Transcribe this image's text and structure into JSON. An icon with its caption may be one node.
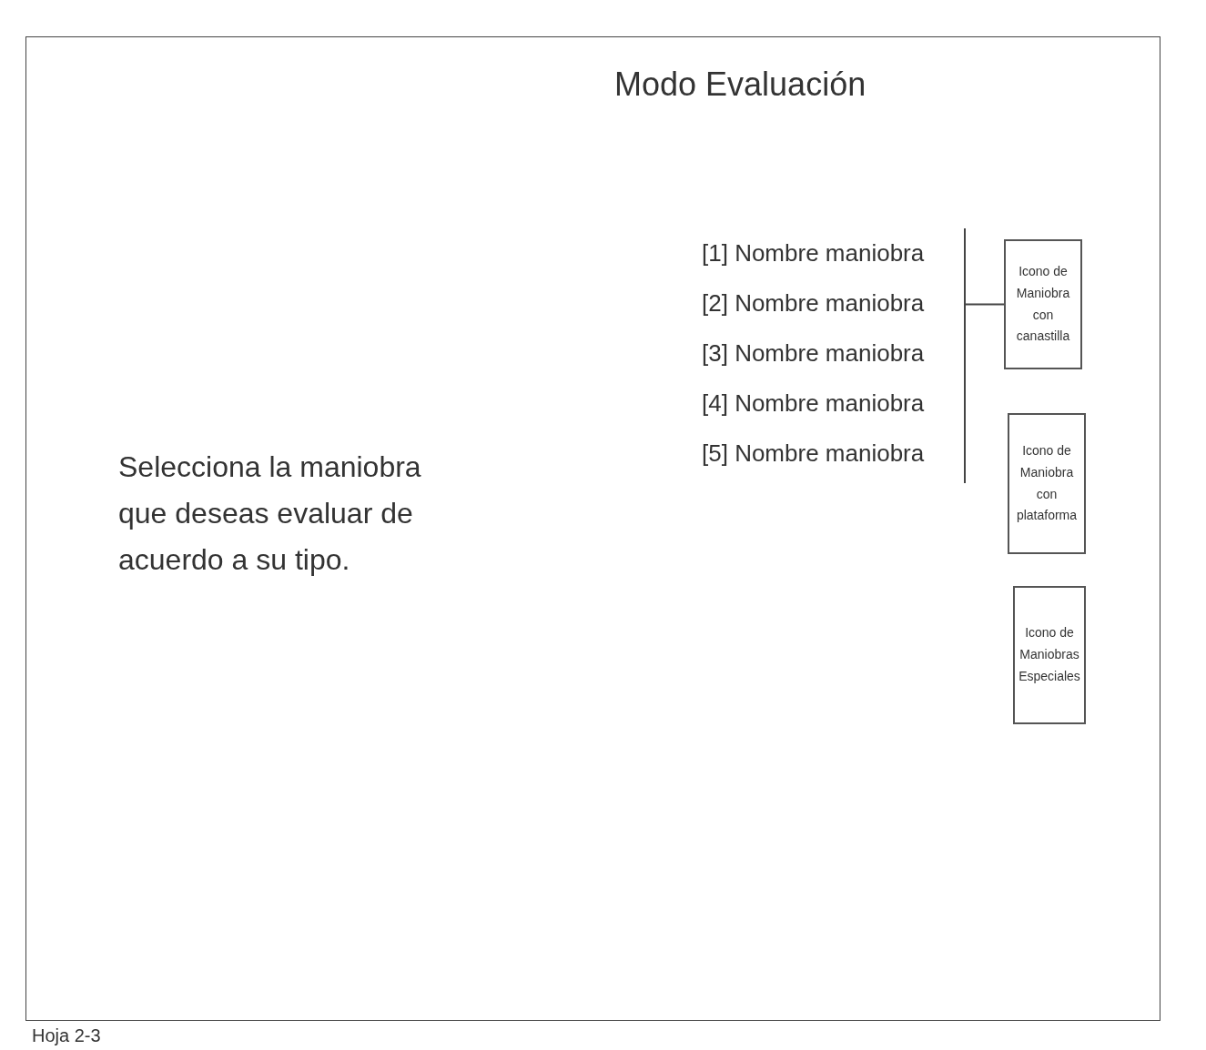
{
  "diagram": {
    "title": "Modo Evaluación",
    "nodes": [
      {
        "text": [],
        "shape": "box"
      },
      {
        "text": [
          "[1] Nombre maniobra",
          "[2] Nombre maniobra",
          "[3] Nombre maniobra",
          "[4] Nombre maniobra",
          "[5] Nombre maniobra"
        ],
        "in": 0
      },
      {
        "text": [
          "Icono de Maniobra con canastilla"
        ],
        "in": 0
      },
      {
        "text": [
          "Icono de Maniobra con plataforma"
        ],
        "in": 0
      },
      {
        "text": [
          "Icono de Maniobras Especiales"
        ],
        "in": 0
      }
    ],
    "edges": [
      {
        "from": 1,
        "to": 2,
        "arrow": "none"
      }
    ],
    "labels": [
      "Selecciona la maniobra que deseas evaluar de acuerdo a su tipo.",
      "Hoja 2-3"
    ]
  }
}
